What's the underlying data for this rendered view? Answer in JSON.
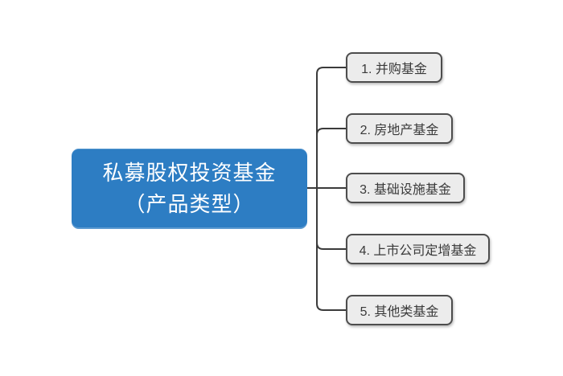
{
  "diagram": {
    "root": {
      "title_line1": "私募股权投资基金",
      "title_line2": "（产品类型）"
    },
    "children": [
      {
        "label": "1. 并购基金"
      },
      {
        "label": "2. 房地产基金"
      },
      {
        "label": "3. 基础设施基金"
      },
      {
        "label": "4. 上市公司定增基金"
      },
      {
        "label": "5. 其他类基金"
      }
    ]
  },
  "colors": {
    "background": "#ffffff",
    "root_fill": "#2d7dc3",
    "root_text": "#ffffff",
    "child_fill": "#ececec",
    "child_border": "#4d4d4d",
    "child_text": "#3a3a3a",
    "connector": "#3b3b3b"
  }
}
